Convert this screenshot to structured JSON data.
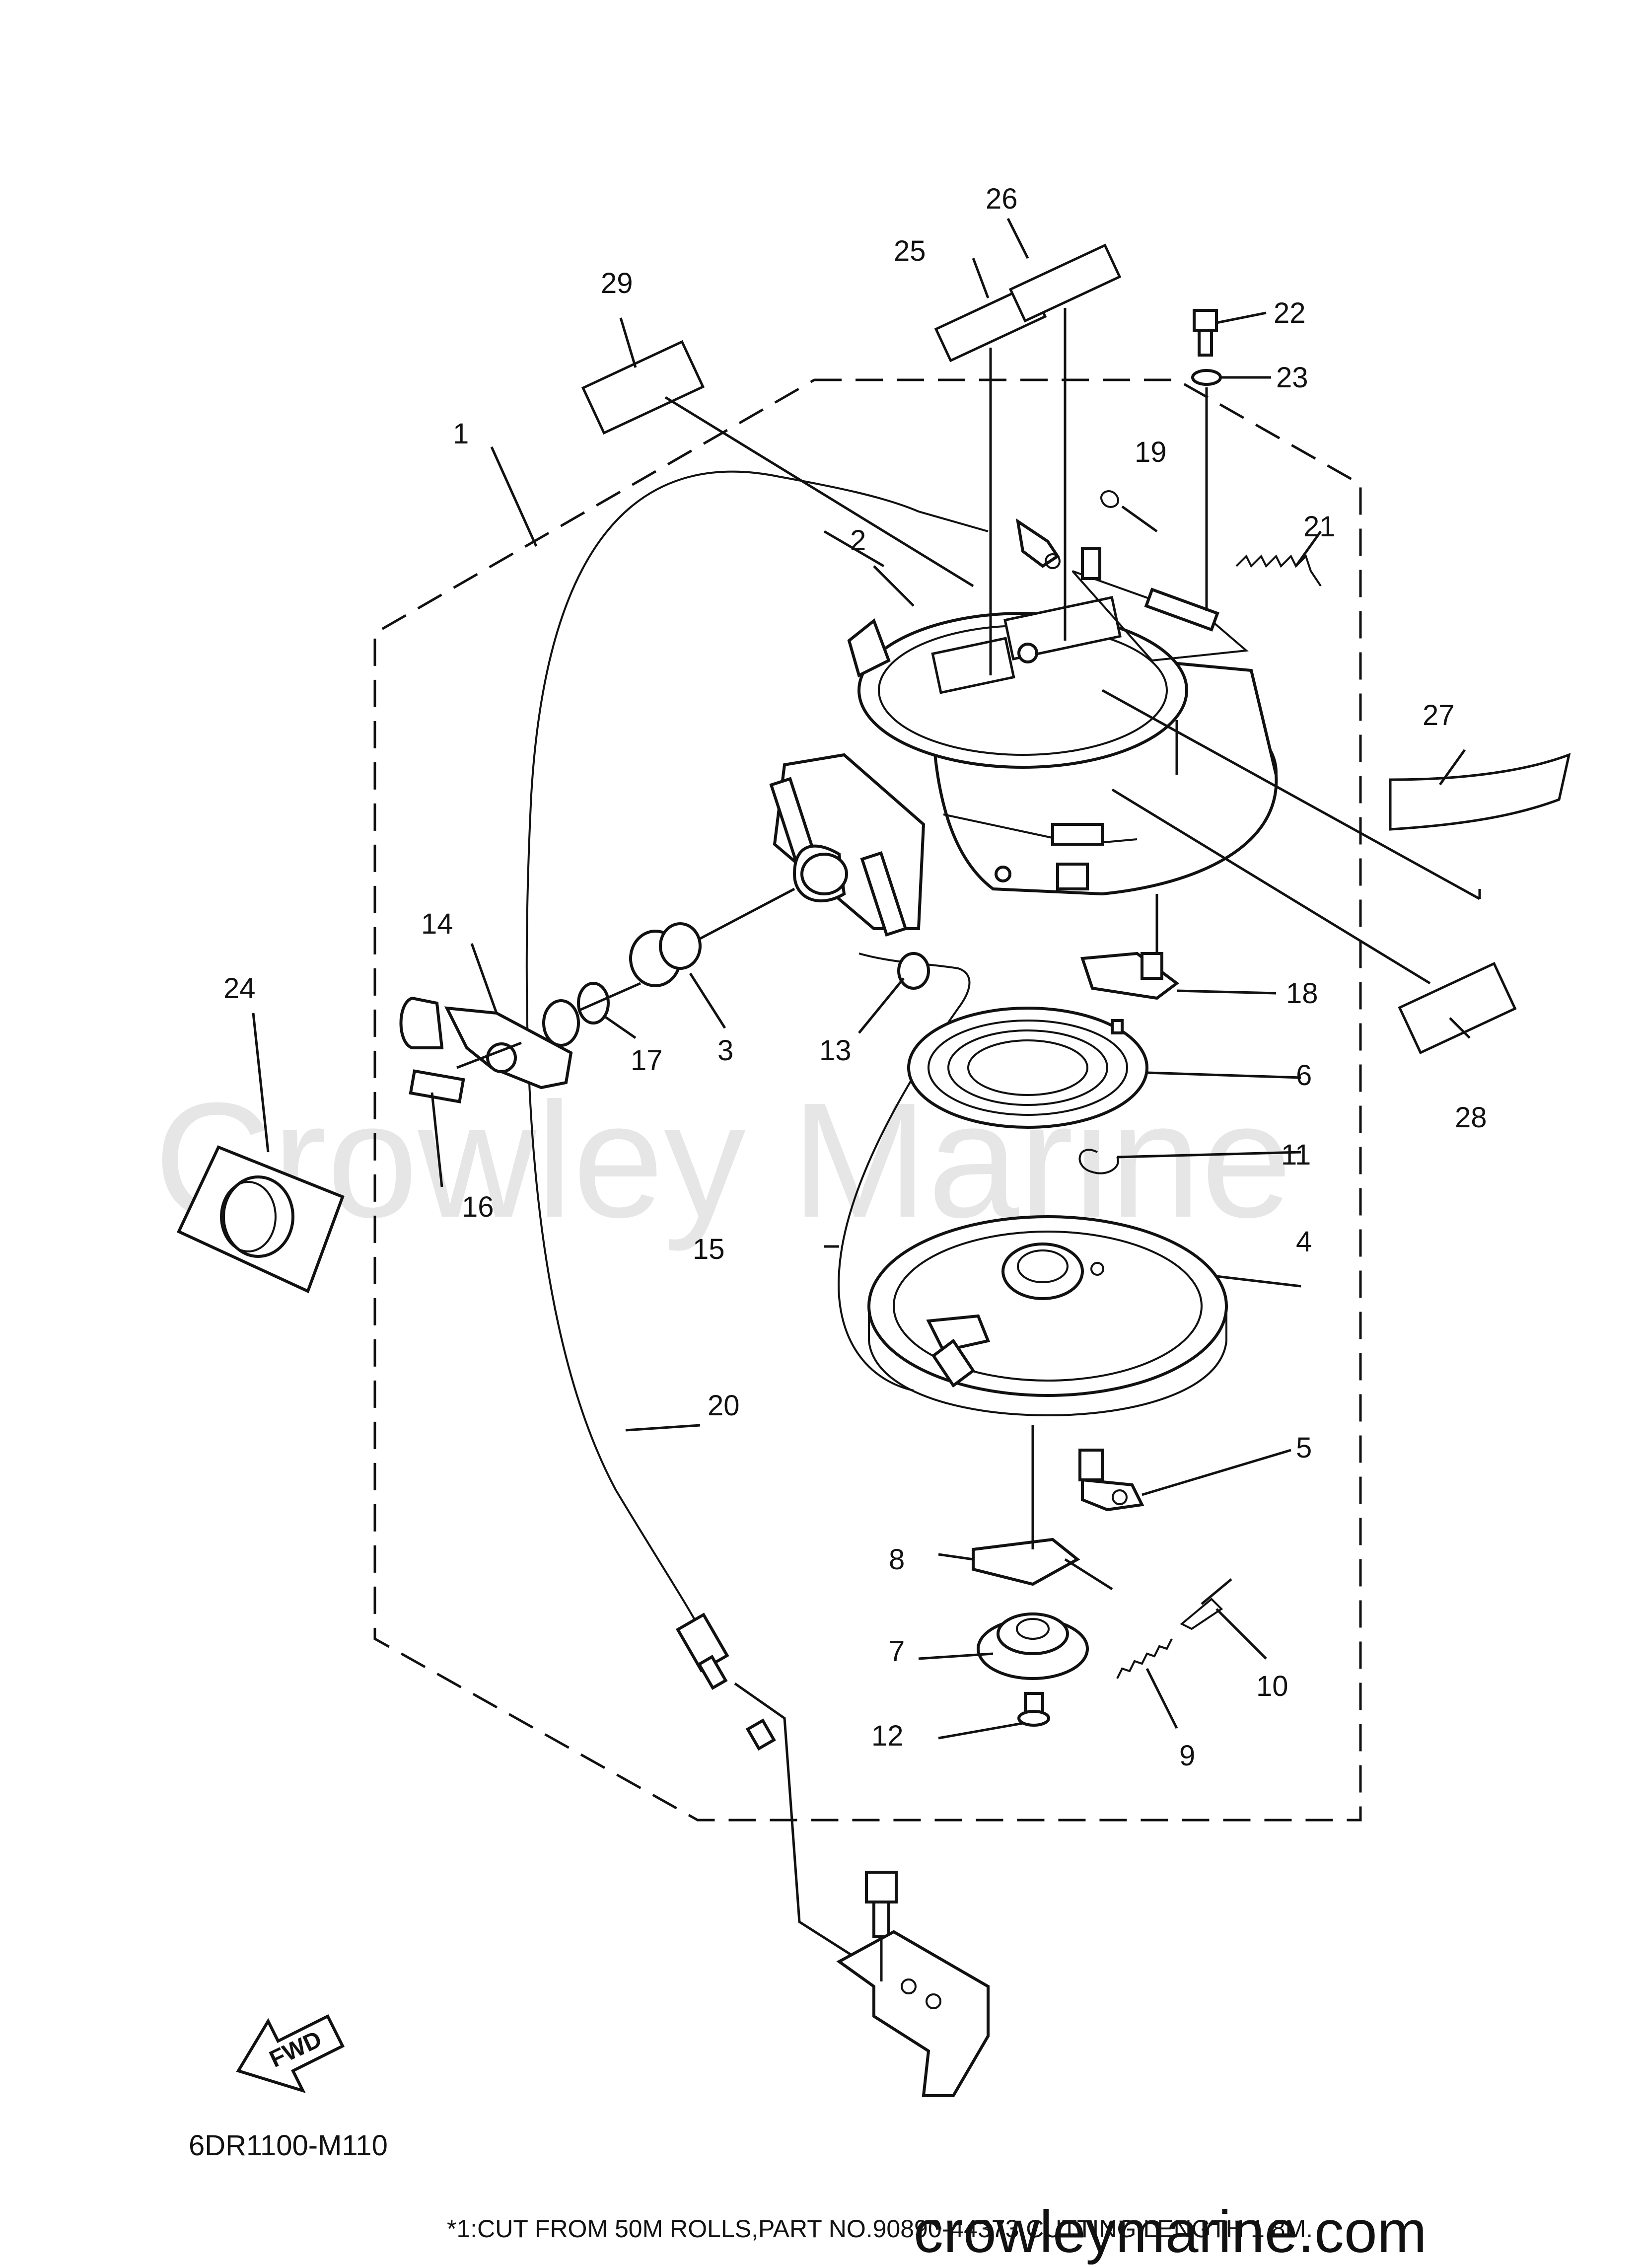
{
  "diagram": {
    "part_numbers": [
      "1",
      "2",
      "3",
      "4",
      "5",
      "6",
      "7",
      "8",
      "9",
      "10",
      "11",
      "12",
      "13",
      "14",
      "15",
      "16",
      "17",
      "18",
      "19",
      "20",
      "21",
      "22",
      "23",
      "24",
      "25",
      "26",
      "27",
      "28",
      "29"
    ],
    "figure_code": "6DR1100-M110",
    "fwd_label": "FWD",
    "note": "*1:CUT FROM 50M ROLLS,PART NO.90890-44373,CUTTING LENGTH 1.8M.",
    "watermark": "Crowley Marine",
    "footer_brand": "crowleymarine.com"
  }
}
